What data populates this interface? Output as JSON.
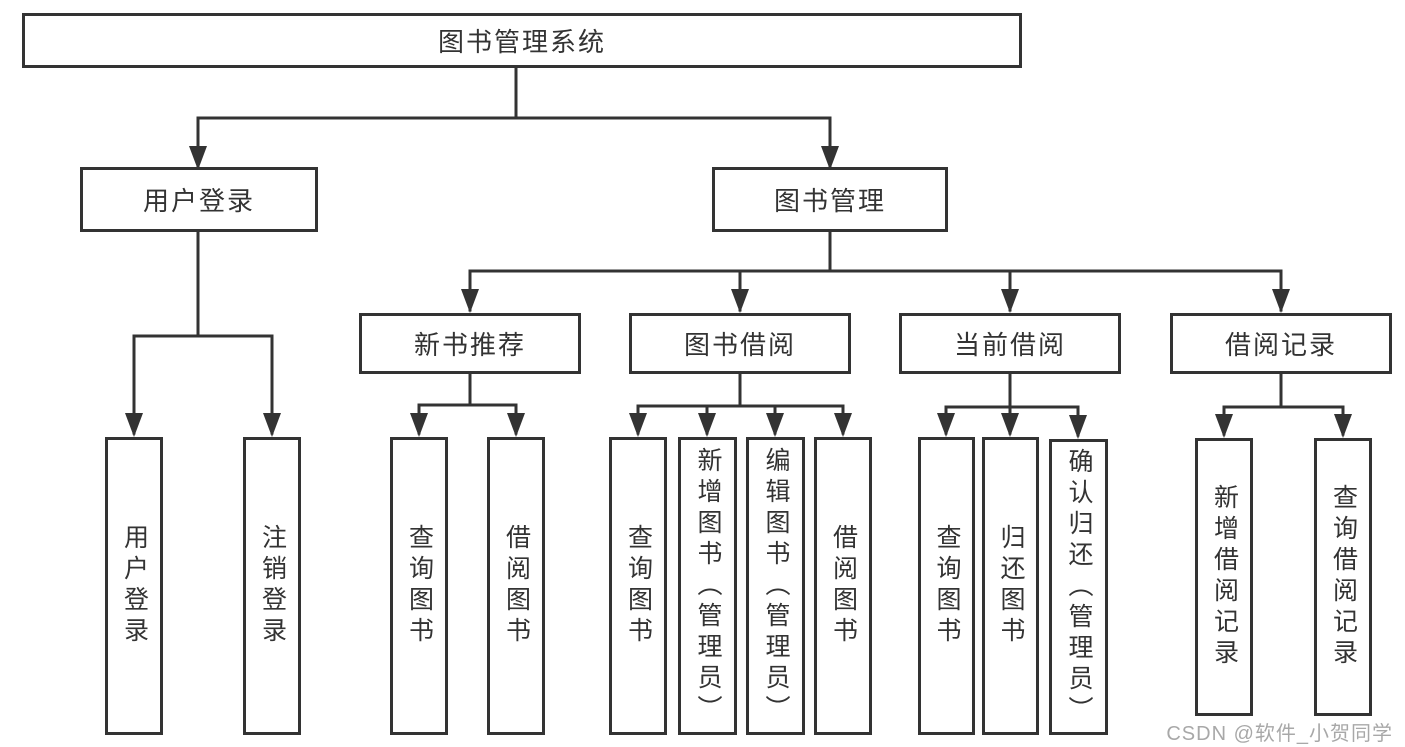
{
  "diagram": {
    "root": "图书管理系统",
    "level2": {
      "login": "用户登录",
      "book_mgmt": "图书管理"
    },
    "level3": {
      "new_book": "新书推荐",
      "book_borrow": "图书借阅",
      "current_borrow": "当前借阅",
      "borrow_records": "借阅记录"
    },
    "leaves": {
      "login_user": "用户登录",
      "login_logout": "注销登录",
      "newbook_query": "查询图书",
      "newbook_borrow": "借阅图书",
      "borrow_query": "查询图书",
      "borrow_add": "新增图书（管理员）",
      "borrow_edit": "编辑图书（管理员）",
      "borrow_lend": "借阅图书",
      "current_query": "查询图书",
      "current_return": "归还图书",
      "current_confirm": "确认归还（管理员）",
      "records_add": "新增借阅记录",
      "records_query": "查询借阅记录"
    }
  },
  "watermark": "CSDN @软件_小贺同学",
  "colors": {
    "line": "#333333",
    "box_border": "#333333",
    "text": "#333333",
    "watermark": "#a8a8a8",
    "background": "#ffffff"
  }
}
